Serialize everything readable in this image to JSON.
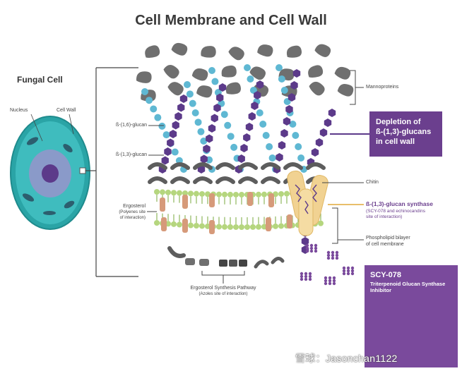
{
  "title": "Cell Membrane and Cell Wall",
  "fungal_cell": {
    "heading": "Fungal Cell",
    "nucleus": "Nucleus",
    "cell_wall": "Cell Wall"
  },
  "labels": {
    "b16": "ß-(1,6)-glucan",
    "b13": "ß-(1,3)-glucan",
    "ergosterol": "Ergosterol",
    "ergosterol_note1": "(Polyenes site",
    "ergosterol_note2": "of interaction)",
    "mannoproteins": "Mannoproteins",
    "chitin": "Chitin",
    "synthase": "ß-(1,3)-glucan synthase",
    "synthase_note1": "(SCY-078 and echinocandins",
    "synthase_note2": "site of interaction)",
    "bilayer1": "Phospholipid bilayer",
    "bilayer2": "of cell membrane",
    "pathway": "Ergosterol Synthesis Pathway",
    "pathway_note": "(Azoles site of interaction)"
  },
  "depletion": {
    "line1": "Depletion of",
    "line2": "ß-(1,3)-glucans",
    "line3": "in cell wall"
  },
  "scy": {
    "name": "SCY-078",
    "line1": "Triterpenoid Glucan Synthase",
    "line2": "Inhibitor"
  },
  "watermark": "雪球：Jasonchan1122",
  "colors": {
    "purple": "#5c3a8a",
    "teal": "#5fb8d3",
    "gray": "#6f6f6f",
    "lipid": "#b5d67e",
    "ergosterol": "#d69a7a",
    "synthase": "#f1d292",
    "cell": "#3fb4b6"
  }
}
